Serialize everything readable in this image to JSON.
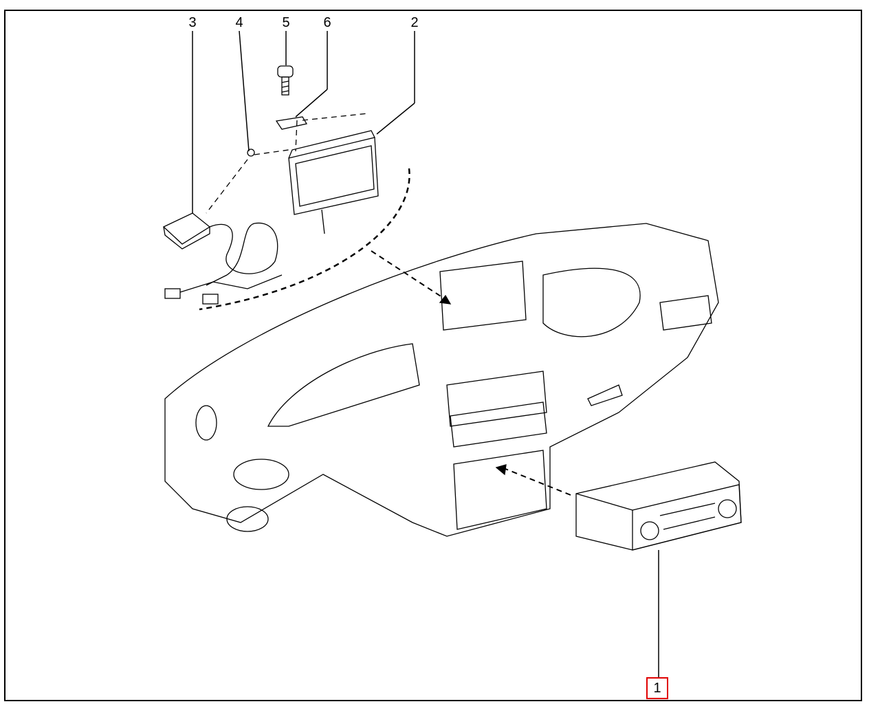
{
  "diagram": {
    "callouts": [
      {
        "id": "1",
        "label": "1",
        "highlighted": true,
        "highlight_color": "#e00000"
      },
      {
        "id": "2",
        "label": "2"
      },
      {
        "id": "3",
        "label": "3"
      },
      {
        "id": "4",
        "label": "4"
      },
      {
        "id": "5",
        "label": "5"
      },
      {
        "id": "6",
        "label": "6"
      }
    ]
  }
}
